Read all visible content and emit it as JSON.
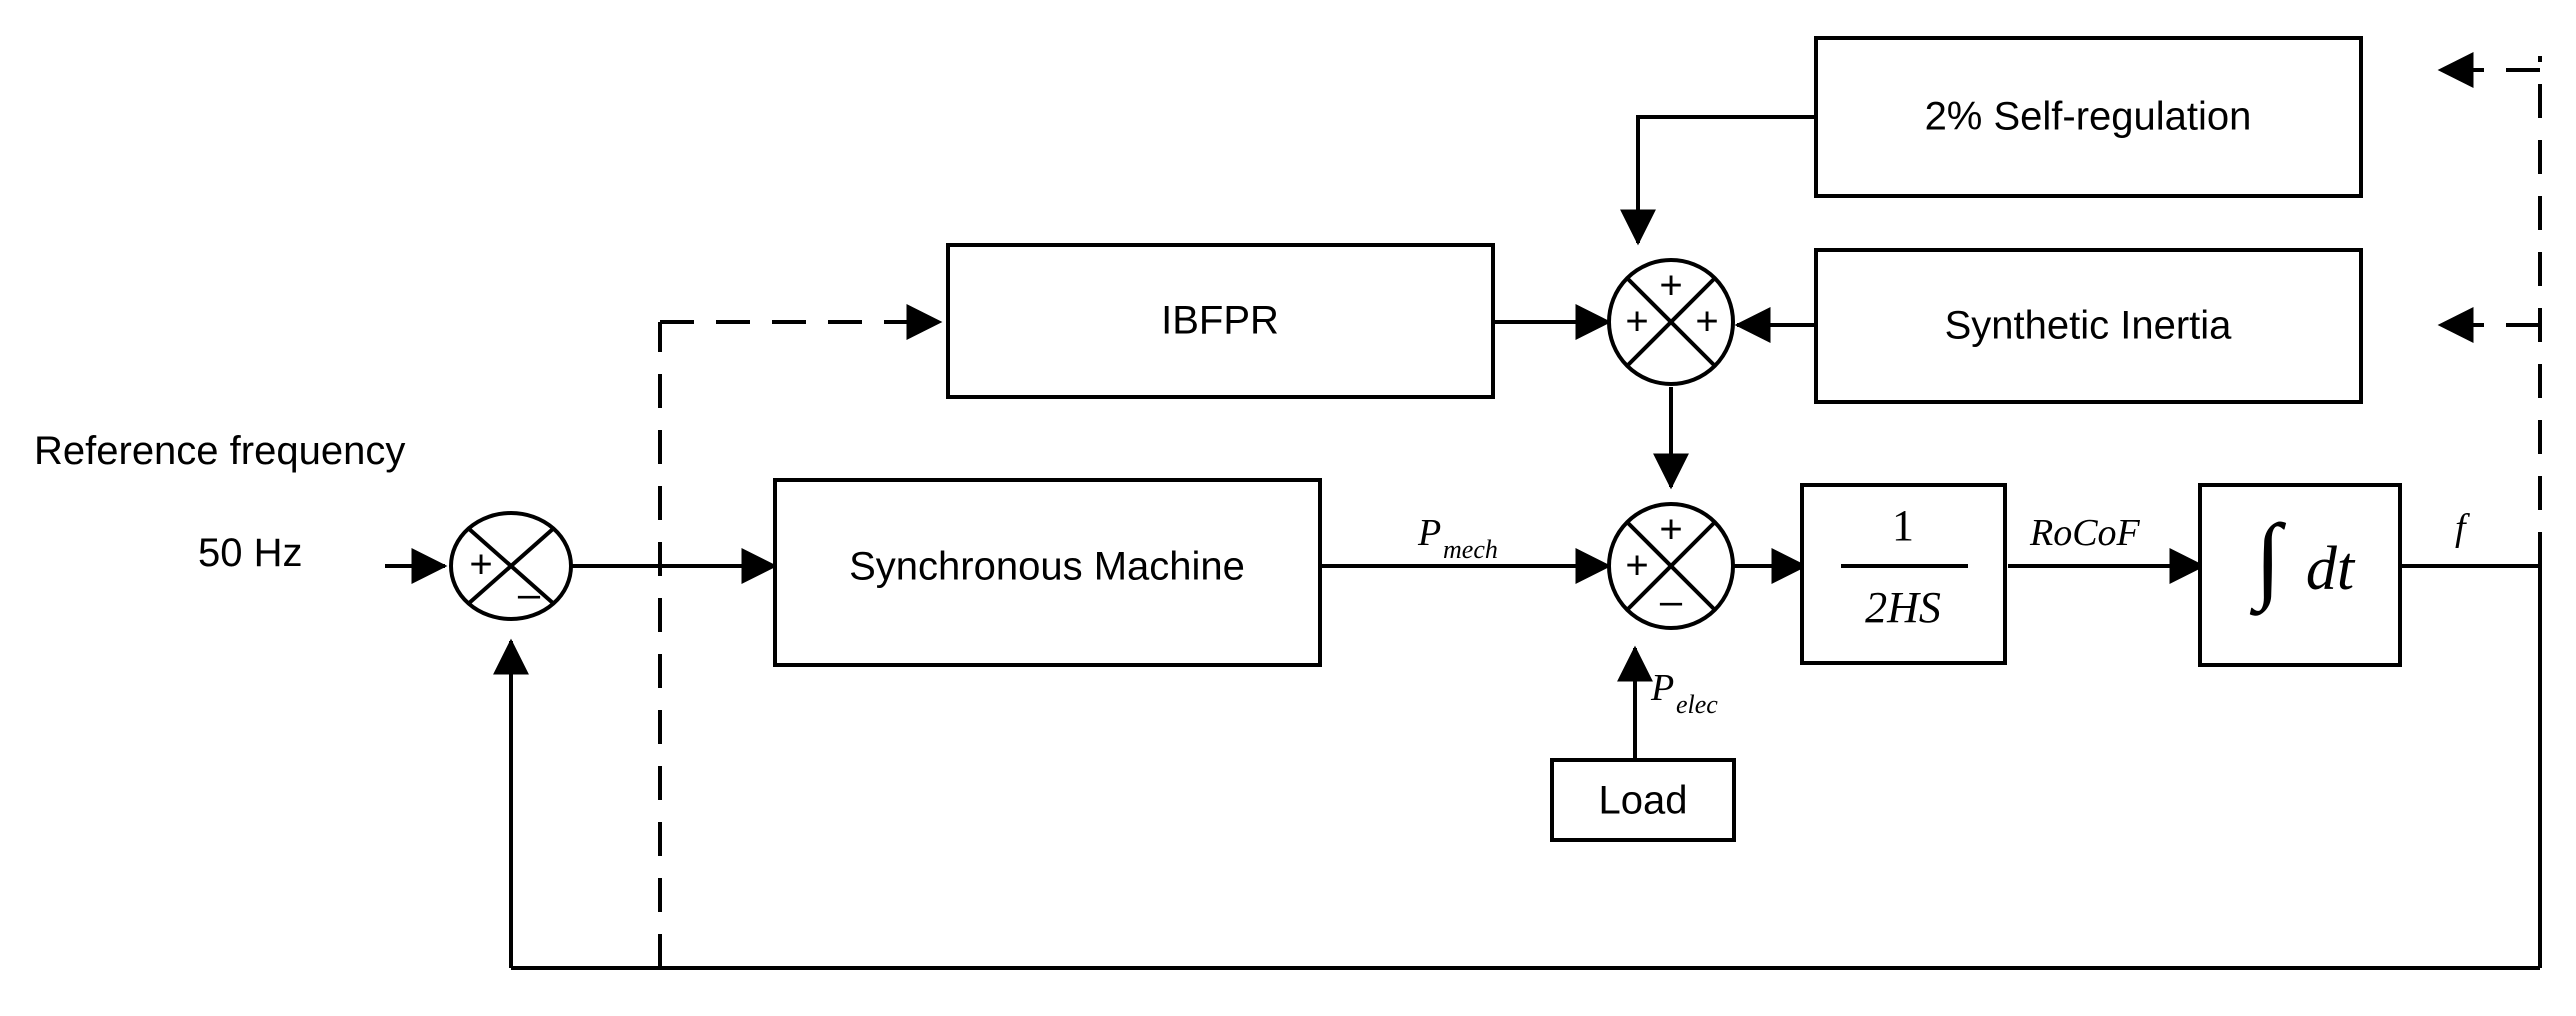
{
  "diagram": {
    "title": "Power system frequency response block diagram",
    "background_color": "#ffffff",
    "line_color": "#000000"
  },
  "labels": {
    "reference_frequency": "Reference frequency",
    "reference_value": "50 Hz",
    "p_mech_base": "P",
    "p_mech_sub": "mech",
    "p_elec_base": "P",
    "p_elec_sub": "elec",
    "rocof": "RoCoF",
    "frequency_out": "f"
  },
  "blocks": [
    {
      "id": "self-regulation",
      "label": "2% Self-regulation"
    },
    {
      "id": "ibfpr",
      "label": "IBFPR"
    },
    {
      "id": "synthetic-inertia",
      "label": "Synthetic Inertia"
    },
    {
      "id": "synchronous-machine",
      "label": "Synchronous Machine"
    },
    {
      "id": "swing-equation",
      "label": "1 / 2HS",
      "numerator": "1",
      "denominator": "2HS"
    },
    {
      "id": "integrator",
      "label": "integral dt",
      "symbol": "∫",
      "differential": "dt"
    },
    {
      "id": "load",
      "label": "Load"
    }
  ],
  "summing_junctions": [
    {
      "id": "error-junction",
      "signs": {
        "left": "+",
        "bottom": "–"
      }
    },
    {
      "id": "power-reserve-junction",
      "signs": {
        "top": "+",
        "left": "+",
        "right": "+"
      }
    },
    {
      "id": "power-balance-junction",
      "signs": {
        "top": "+",
        "left": "+",
        "bottom": "–"
      }
    }
  ],
  "signal_flow": {
    "solid_lines": "measured signal paths",
    "dashed_lines": "frequency feedback to converter-based resources"
  }
}
